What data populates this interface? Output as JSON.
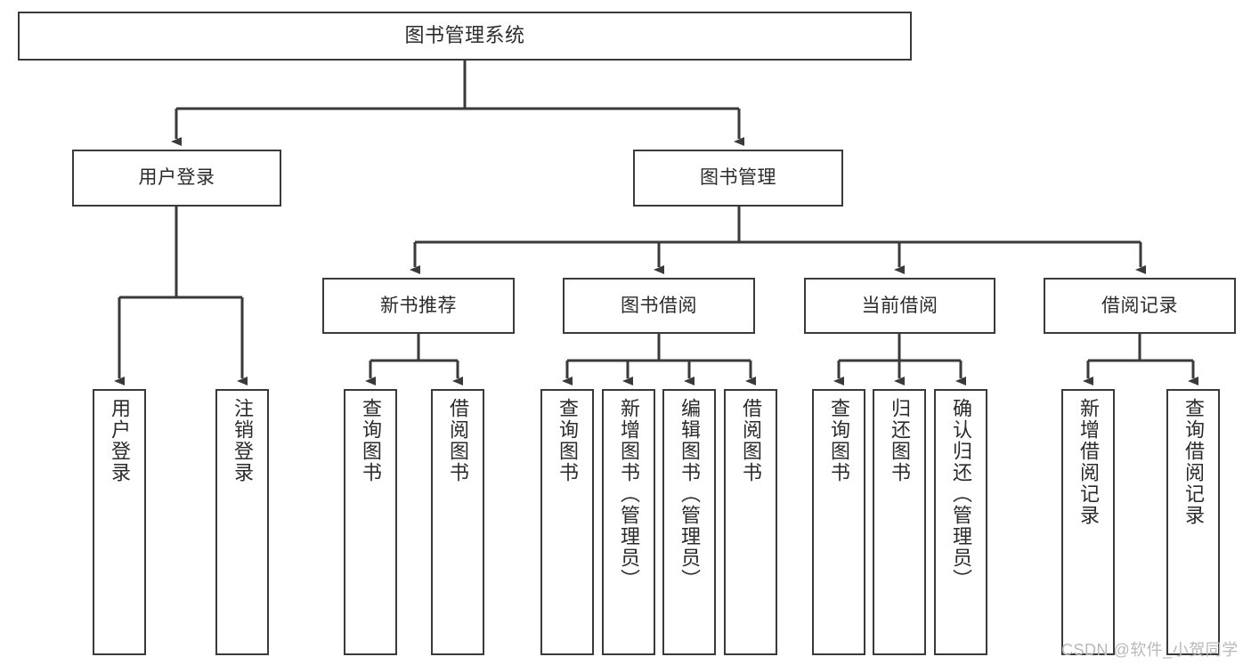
{
  "diagram": {
    "title": "图书管理系统",
    "type": "tree-hierarchy",
    "watermark": "CSDN @软件_小贺同学",
    "colors": {
      "box_border": "#3a3a3a",
      "box_fill": "#ffffff",
      "connector": "#3a3a3a",
      "text": "#2b2b2b",
      "watermark": "#b9b9b9",
      "background": "#ffffff"
    },
    "root": {
      "id": "root",
      "label": "图书管理系统"
    },
    "level2": [
      {
        "id": "user-login",
        "label": "用户登录"
      },
      {
        "id": "book-management",
        "label": "图书管理"
      }
    ],
    "level3": [
      {
        "id": "new-book-recommend",
        "label": "新书推荐"
      },
      {
        "id": "book-borrow",
        "label": "图书借阅"
      },
      {
        "id": "current-borrow",
        "label": "当前借阅"
      },
      {
        "id": "borrow-record",
        "label": "借阅记录"
      }
    ],
    "leaves": {
      "user_login": [
        {
          "id": "leaf-user-login",
          "label": "用户登录"
        },
        {
          "id": "leaf-logout-login",
          "label": "注销登录"
        }
      ],
      "new_book_recommend": [
        {
          "id": "leaf-query-book-1",
          "label": "查询图书"
        },
        {
          "id": "leaf-borrow-book-1",
          "label": "借阅图书"
        }
      ],
      "book_borrow": [
        {
          "id": "leaf-query-book-2",
          "label": "查询图书"
        },
        {
          "id": "leaf-add-book",
          "label": "新增图书（管理员）"
        },
        {
          "id": "leaf-edit-book",
          "label": "编辑图书（管理员）"
        },
        {
          "id": "leaf-borrow-book-2",
          "label": "借阅图书"
        }
      ],
      "current_borrow": [
        {
          "id": "leaf-query-book-3",
          "label": "查询图书"
        },
        {
          "id": "leaf-return-book",
          "label": "归还图书"
        },
        {
          "id": "leaf-confirm-return",
          "label": "确认归还（管理员）"
        }
      ],
      "borrow_record": [
        {
          "id": "leaf-add-borrow-record",
          "label": "新增借阅记录"
        },
        {
          "id": "leaf-query-borrow-record",
          "label": "查询借阅记录"
        }
      ]
    }
  }
}
